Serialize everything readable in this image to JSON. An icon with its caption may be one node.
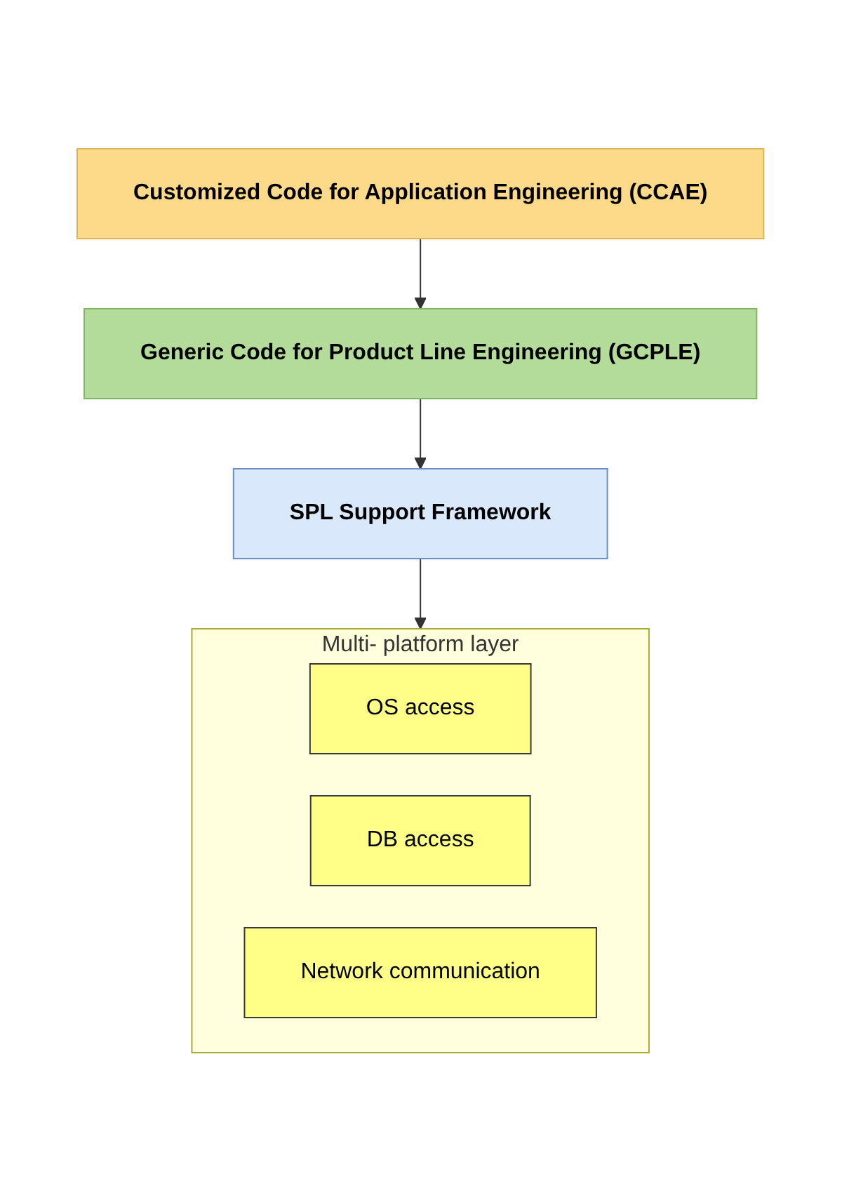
{
  "diagram": {
    "nodes": [
      {
        "text": [
          "Customized Code for Application Engineering (CCAE)"
        ]
      },
      {
        "text": [
          "Generic Code for Product Line Engineering (GCPLE)"
        ]
      },
      {
        "text": [
          "SPL Support Framework"
        ]
      },
      {
        "text": [
          "Multi- platform layer"
        ]
      },
      {
        "text": [
          "OS access"
        ],
        "in": 3
      },
      {
        "text": [
          "DB access"
        ],
        "in": 3
      },
      {
        "text": [
          "Network communication"
        ],
        "in": 3
      }
    ],
    "edges": [
      {
        "from": 0,
        "to": 1,
        "arrow": "to"
      },
      {
        "from": 1,
        "to": 2,
        "arrow": "to"
      },
      {
        "from": 2,
        "to": 3,
        "arrow": "to"
      }
    ]
  }
}
